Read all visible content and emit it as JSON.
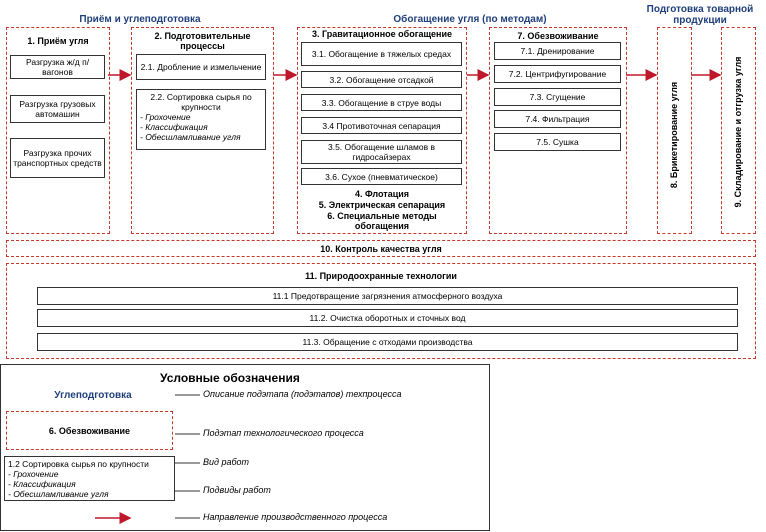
{
  "headers": {
    "reception": "Приём и углеподготовка",
    "enrichment": "Обогащение угля (по методам)",
    "commodity": "Подготовка товарной продукции"
  },
  "stage1": {
    "title": "1. Приём угля",
    "items": [
      "Разгрузка ж/д п/вагонов",
      "Разгрузка грузовых автомашин",
      "Разгрузка прочих транспортных средств"
    ]
  },
  "stage2": {
    "title": "2. Подготовительные процессы",
    "item1": "2.1. Дробление и измельчение",
    "item2_title": "2.2. Сортировка сырья по крупности",
    "item2_subs": [
      "- Грохочение",
      "- Классификация",
      "- Обесшламливание угля"
    ]
  },
  "stage3": {
    "title": "3. Гравитационное обогащение",
    "items": [
      "3.1. Обогащение в тяжелых средах",
      "3.2. Обогащение отсадкой",
      "3.3. Обогащение в струе воды",
      "3.4 Противоточная сепарация",
      "3.5. Обогащение шламов в гидросайзерах",
      "3.6. Сухое (пневматическое)"
    ],
    "flotation": "4. Флотация",
    "electric": "5. Электрическая сепарация",
    "special": "6. Специальные методы обогащения"
  },
  "stage7": {
    "title": "7. Обезвоживание",
    "items": [
      "7.1. Дренирование",
      "7.2. Центрифугирование",
      "7.3. Сгущение",
      "7.4. Фильтрация",
      "7.5. Сушка"
    ]
  },
  "stage8": "8. Брикетирование угля",
  "stage9": "9. Складирование и отгрузка угля",
  "stage10": "10. Контроль качества угля",
  "stage11": {
    "title": "11. Природоохранные технологии",
    "items": [
      "11.1 Предотвращение загрязнения атмосферного воздуха",
      "11.2. Очистка оборотных и сточных вод",
      "11.3. Обращение с отходами производства"
    ]
  },
  "legend": {
    "title": "Условные обозначения",
    "ex_header": "Углеподготовка",
    "ex_header_desc": "Описание подэтапа (подэтапов) техпроцесса",
    "ex_substage": "6. Обезвоживание",
    "ex_substage_desc": "Подэтап технологического процесса",
    "ex_work_title": "1.2 Сортировка сырья по крупности",
    "ex_work_subs": [
      "- Грохочение",
      "- Классификация",
      "- Обесшламливание угля"
    ],
    "ex_work_desc": "Вид работ",
    "ex_subwork_desc": "Подвиды работ",
    "ex_arrow_desc": "Направление производственного процесса"
  },
  "colors": {
    "dash_border": "#c0392b",
    "arrow": "#c0182b",
    "header_text": "#1f3f7a"
  }
}
